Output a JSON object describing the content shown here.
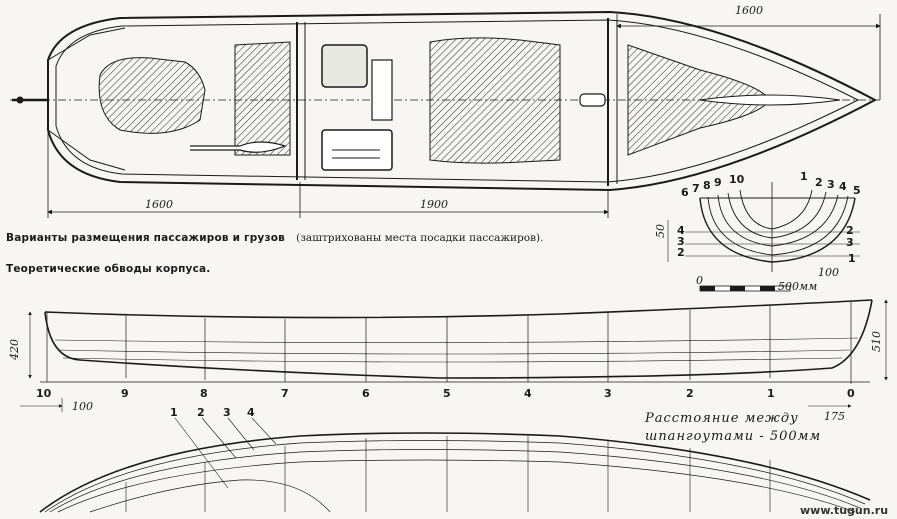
{
  "top_plan": {
    "dim_top_right": "1600",
    "dim_bottom_left": "1600",
    "dim_bottom_middle": "1900"
  },
  "captions": {
    "caption1_bold": "Варианты размещения пассажиров и грузов",
    "caption1_paren": "(заштрихованы места посадки пассажиров).",
    "caption2_bold": "Теоретические обводы корпуса."
  },
  "section_view": {
    "station_left_labels": [
      "6",
      "7",
      "8",
      "9",
      "10"
    ],
    "station_right_labels": [
      "1",
      "2",
      "3",
      "4",
      "5"
    ],
    "waterline_left_labels": [
      "4",
      "3",
      "2"
    ],
    "waterline_right_labels": [
      "3",
      "2",
      "1"
    ],
    "dim_50": "50",
    "scale_zero": "0",
    "scale_label": "500мм",
    "dim_100": "100"
  },
  "profile_view": {
    "dim_420": "420",
    "dim_510": "510",
    "station_labels": [
      "10",
      "9",
      "8",
      "7",
      "6",
      "5",
      "4",
      "3",
      "2",
      "1",
      "0"
    ],
    "dim_100": "100",
    "dim_175": "175",
    "spacing_line1": "Расстояние между",
    "spacing_line2": "шпангоутами - 500мм"
  },
  "plan_half": {
    "waterline_labels": [
      "1",
      "2",
      "3",
      "4"
    ]
  },
  "watermark": "www.tugun.ru"
}
